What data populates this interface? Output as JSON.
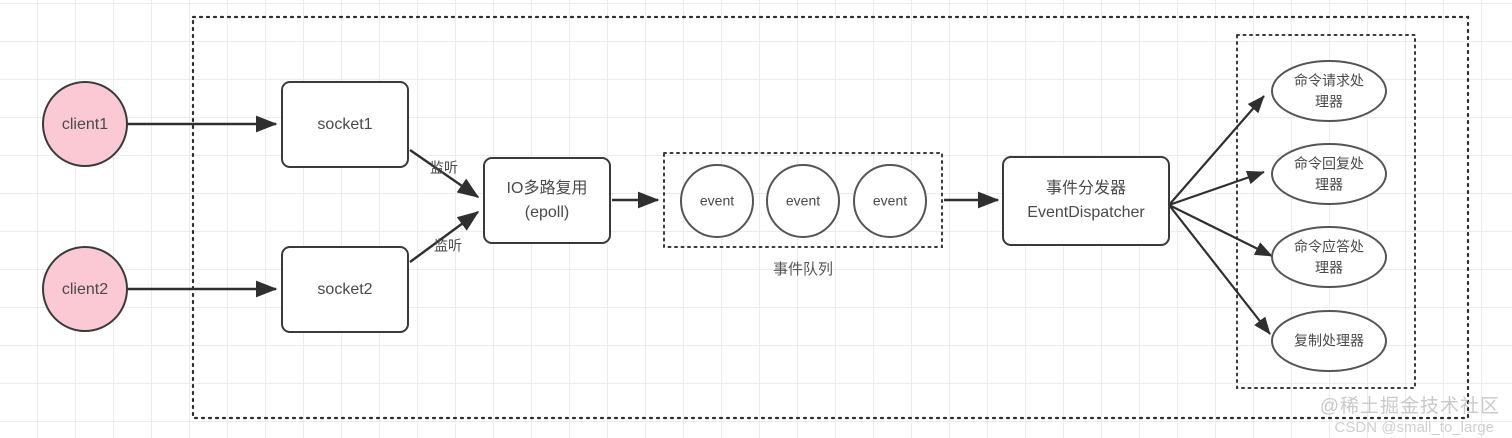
{
  "diagram": {
    "title": "Redis event-driven IO multiplexing model",
    "colors": {
      "client_fill": "#fbc9d4",
      "stroke": "#3a3a3a",
      "text": "#4a4a4a",
      "grid": "#ececec",
      "background": "#ffffff"
    },
    "clients": [
      {
        "label": "client1"
      },
      {
        "label": "client2"
      }
    ],
    "sockets": [
      {
        "label": "socket1"
      },
      {
        "label": "socket2"
      }
    ],
    "multiplexer": {
      "line1": "IO多路复用",
      "line2": "(epoll)"
    },
    "listen_labels": [
      {
        "label": "监听"
      },
      {
        "label": "监听"
      }
    ],
    "event_queue": {
      "caption": "事件队列",
      "events": [
        {
          "label": "event"
        },
        {
          "label": "event"
        },
        {
          "label": "event"
        }
      ]
    },
    "dispatcher": {
      "line1": "事件分发器",
      "line2": "EventDispatcher"
    },
    "handlers": [
      {
        "line1": "命令请求处",
        "line2": "理器"
      },
      {
        "line1": "命令回复处",
        "line2": "理器"
      },
      {
        "line1": "命令应答处",
        "line2": "理器"
      },
      {
        "line1": "复制处理器",
        "line2": ""
      }
    ]
  },
  "watermark": {
    "primary": "@稀土掘金技术社区",
    "secondary": "CSDN @small_to_large"
  }
}
